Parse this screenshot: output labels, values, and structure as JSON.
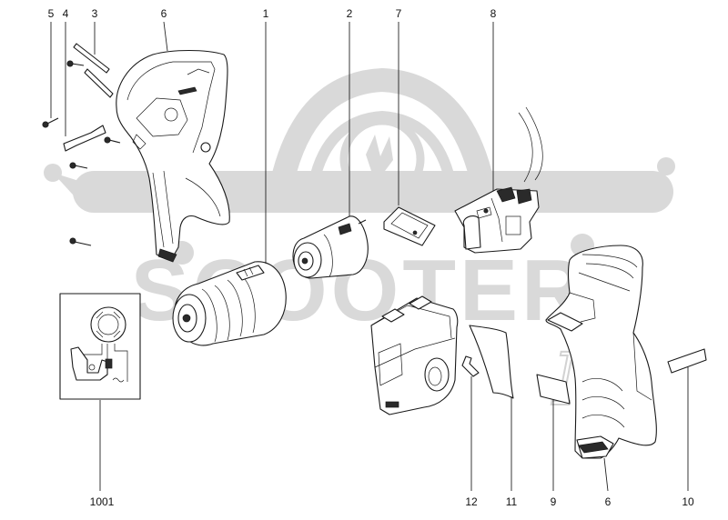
{
  "diagram": {
    "callouts": [
      {
        "id": "c5",
        "label": "5"
      },
      {
        "id": "c4",
        "label": "4"
      },
      {
        "id": "c3",
        "label": "3"
      },
      {
        "id": "c6a",
        "label": "6"
      },
      {
        "id": "c1",
        "label": "1"
      },
      {
        "id": "c2",
        "label": "2"
      },
      {
        "id": "c7",
        "label": "7"
      },
      {
        "id": "c8",
        "label": "8"
      },
      {
        "id": "c1001",
        "label": "1001"
      },
      {
        "id": "c12",
        "label": "12"
      },
      {
        "id": "c11",
        "label": "11"
      },
      {
        "id": "c9",
        "label": "9"
      },
      {
        "id": "c6b",
        "label": "6"
      },
      {
        "id": "c10",
        "label": "10"
      }
    ],
    "watermark": {
      "text": "SCOOTER",
      "color": "#d9d9d9"
    },
    "colors": {
      "line": "#222222",
      "background": "#ffffff"
    }
  }
}
